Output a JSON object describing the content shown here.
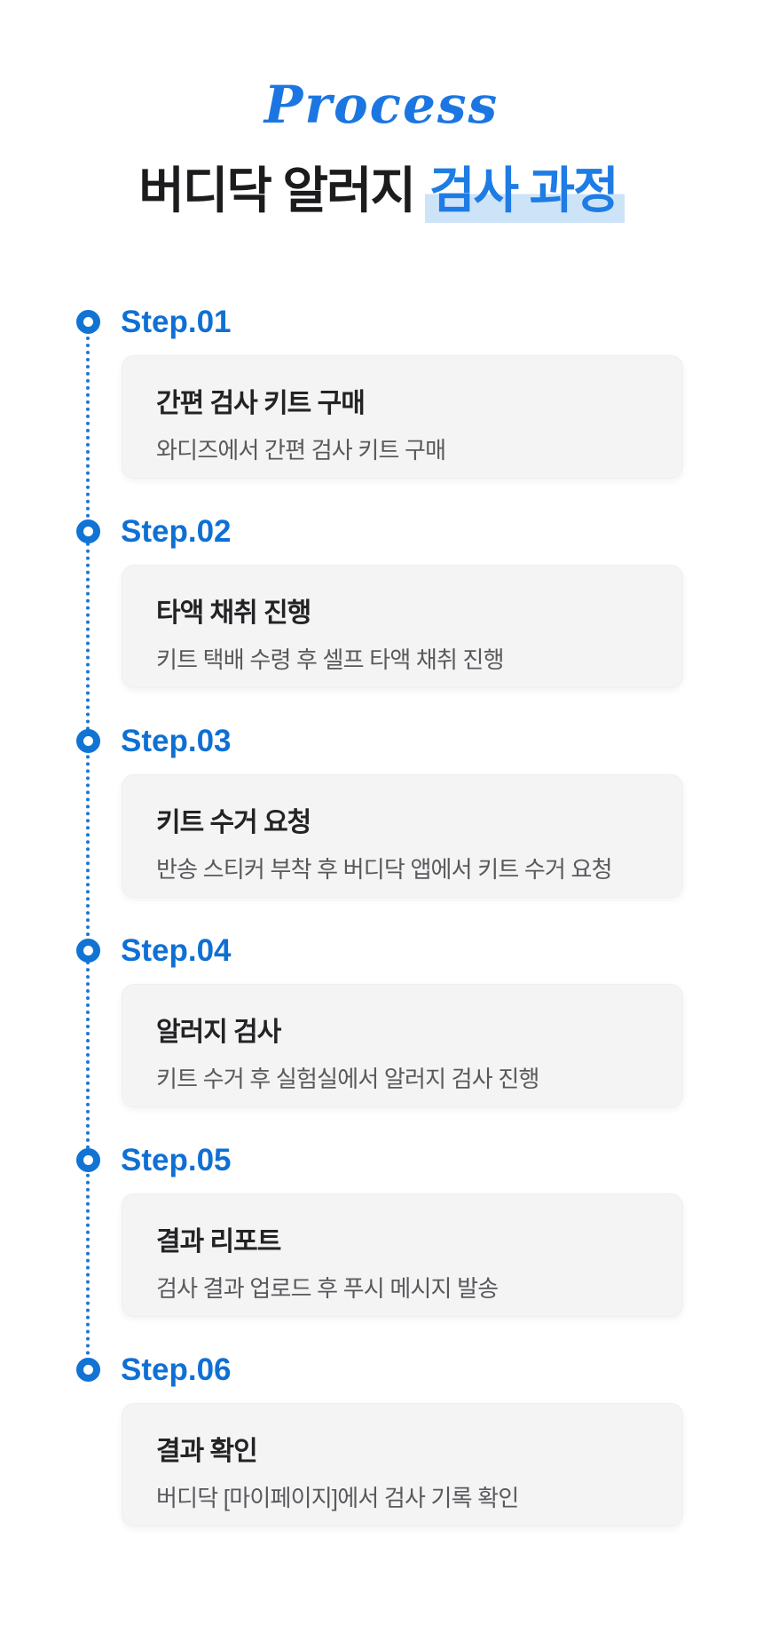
{
  "header": {
    "script_label": "Process",
    "title_black": "버디닥 알러지",
    "title_highlight": "검사 과정"
  },
  "colors": {
    "accent_blue": "#1173d4",
    "title_blue": "#1e7ce4",
    "highlight_bg": "#cde3f8",
    "card_bg": "#f4f4f5",
    "timeline_dotted": "#1e77d3"
  },
  "icons": {
    "step_marker": "ring-circle-icon"
  },
  "steps": [
    {
      "label": "Step.01",
      "title": "간편 검사 키트 구매",
      "description": "와디즈에서 간편 검사 키트 구매"
    },
    {
      "label": "Step.02",
      "title": "타액 채취 진행",
      "description": "키트 택배 수령 후 셀프 타액 채취 진행"
    },
    {
      "label": "Step.03",
      "title": "키트 수거 요청",
      "description": "반송 스티커 부착 후 버디닥 앱에서 키트 수거 요청"
    },
    {
      "label": "Step.04",
      "title": "알러지 검사",
      "description": "키트 수거 후 실험실에서 알러지 검사 진행"
    },
    {
      "label": "Step.05",
      "title": "결과 리포트",
      "description": "검사 결과 업로드 후 푸시 메시지 발송"
    },
    {
      "label": "Step.06",
      "title": "결과 확인",
      "description": "버디닥 [마이페이지]에서 검사 기록 확인"
    }
  ]
}
